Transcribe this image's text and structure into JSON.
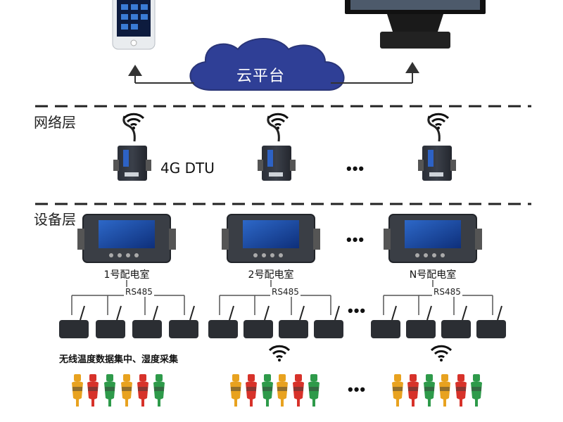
{
  "cloud": {
    "label": "云平台"
  },
  "layers": {
    "network": "网络层",
    "device": "设备层"
  },
  "network": {
    "dtu_label": "4G DTU",
    "ellipsis": "•••"
  },
  "rooms": [
    {
      "label": "1号配电室",
      "bus_label": "RS485"
    },
    {
      "label": "2号配电室",
      "bus_label": "RS485"
    },
    {
      "label": "N号配电室",
      "bus_label": "RS485"
    }
  ],
  "device_ellipsis": "•••",
  "caption": "无线温度数据集中、湿度采集",
  "sensor_colors": [
    "#e8a21f",
    "#d7322a",
    "#2e9a4a"
  ],
  "colors": {
    "cloud": "#2f3f96",
    "line": "#333333"
  }
}
